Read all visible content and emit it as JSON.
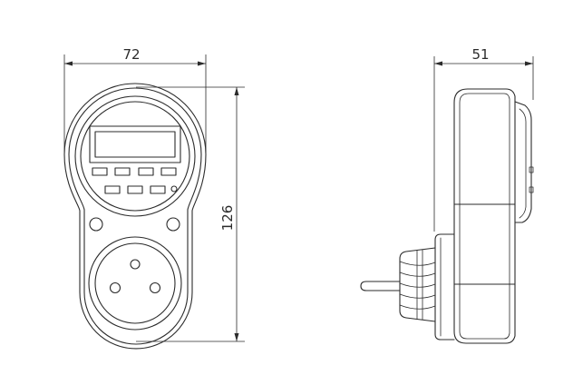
{
  "dimensions": {
    "front_width": "72",
    "front_height": "126",
    "side_depth": "51"
  }
}
